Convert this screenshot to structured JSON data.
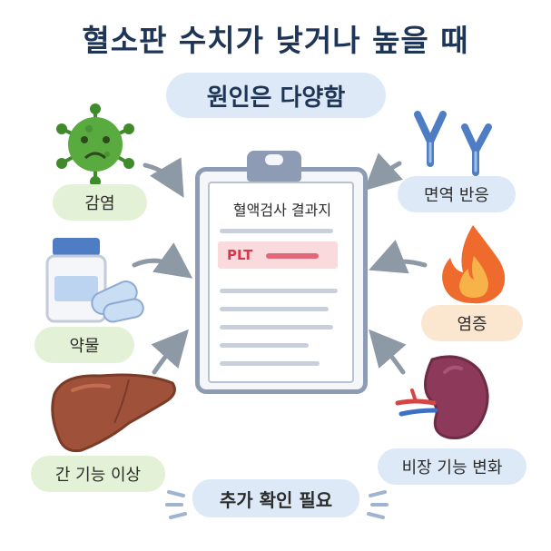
{
  "title": "혈소판 수치가 낮거나 높을 때",
  "subtitle": "원인은 다양함",
  "document": {
    "title": "혈액검사 결과지",
    "highlight_label": "PLT"
  },
  "causes": {
    "infection": "감염",
    "medication": "약물",
    "liver": "간 기능 이상",
    "immune": "면역 반응",
    "inflammation": "염증",
    "spleen": "비장 기능 변화"
  },
  "footer": "추가 확인 필요",
  "colors": {
    "title": "#1f3556",
    "green_pill": "#e3f2d6",
    "blue_pill": "#dde9f7",
    "orange_pill": "#fbe6cf",
    "plt_highlight": "#fbdadd",
    "plt_text": "#d23a4a"
  },
  "icons": [
    "virus-icon",
    "pill-bottle-icon",
    "liver-icon",
    "antibody-icon",
    "flame-icon",
    "spleen-icon",
    "clipboard-icon"
  ]
}
